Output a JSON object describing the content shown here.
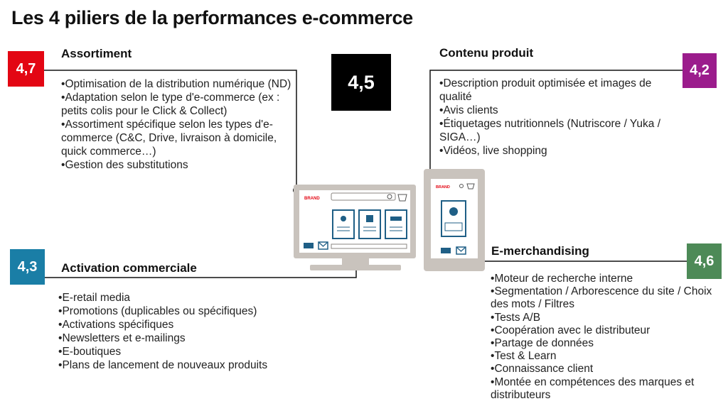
{
  "title": "Les 4 piliers de la performances e-commerce",
  "overall_score": "4,5",
  "colors": {
    "assortiment": "#e30613",
    "contenu": "#9b1c8c",
    "activation": "#1a7ea6",
    "emerch": "#4d8a57",
    "overall": "#000000",
    "device": "#c9c3bd",
    "brand": "#e30613",
    "screen_card": "#1f5f86"
  },
  "device": {
    "brand_label": "BRAND"
  },
  "pillars": {
    "assortiment": {
      "score": "4,7",
      "title": "Assortiment",
      "items": [
        "Optimisation de la distribution numérique (ND)",
        "Adaptation selon le type d'e-commerce (ex : petits colis pour le Click & Collect)",
        "Assortiment spécifique selon les types d'e-commerce (C&C, Drive, livraison à domicile, quick commerce…)",
        "Gestion des substitutions"
      ]
    },
    "contenu": {
      "score": "4,2",
      "title": "Contenu produit",
      "items": [
        "Description produit optimisée et images de qualité",
        "Avis clients",
        "Étiquetages nutritionnels (Nutriscore / Yuka / SIGA…)",
        "Vidéos, live shopping"
      ]
    },
    "activation": {
      "score": "4,3",
      "title": "Activation commerciale",
      "items": [
        "E-retail media",
        "Promotions (duplicables ou spécifiques)",
        "Activations spécifiques",
        "Newsletters et e-mailings",
        "E-boutiques",
        "Plans de lancement de nouveaux produits"
      ]
    },
    "emerch": {
      "score": "4,6",
      "title": "E-merchandising",
      "items": [
        "Moteur de recherche interne",
        "Segmentation / Arborescence du site / Choix des mots / Filtres",
        "Tests A/B",
        "Coopération avec le distributeur",
        "Partage de données",
        "Test & Learn",
        "Connaissance client",
        "Montée en compétences des marques et distributeurs"
      ]
    }
  }
}
